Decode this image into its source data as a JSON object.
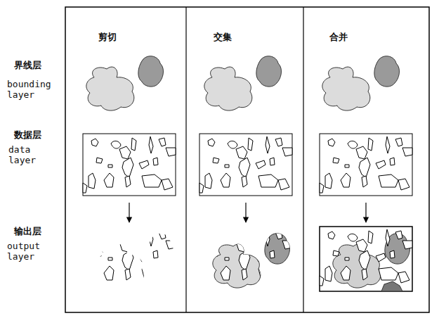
{
  "diagram": {
    "labels": [
      "剪切",
      "交集",
      "合并",
      "界线层",
      "bounding layer",
      "数据层",
      "data layer",
      "输出层",
      "output layer"
    ]
  }
}
